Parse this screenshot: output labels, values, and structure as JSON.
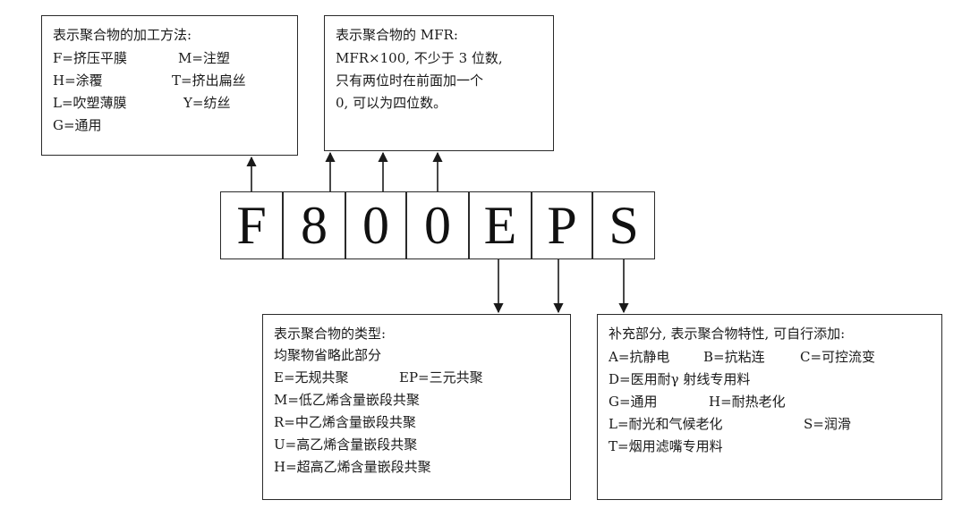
{
  "box_processing": {
    "title": "表示聚合物的加工方法:",
    "items": [
      {
        "left": "F=挤压平膜",
        "right": "M=注塑"
      },
      {
        "left": "H=涂覆",
        "right": "T=挤出扁丝"
      },
      {
        "left": "L=吹塑薄膜",
        "right": "Y=纺丝"
      },
      {
        "left": "G=通用",
        "right": ""
      }
    ]
  },
  "box_mfr": {
    "lines": [
      "表示聚合物的 MFR:",
      "MFR×100, 不少于 3 位数,",
      "只有两位时在前面加一个",
      "0, 可以为四位数。"
    ]
  },
  "code": [
    "F",
    "8",
    "0",
    "0",
    "E",
    "P",
    "S"
  ],
  "box_type": {
    "lines": [
      "表示聚合物的类型:",
      "均聚物省略此部分",
      "M=低乙烯含量嵌段共聚",
      "R=中乙烯含量嵌段共聚",
      "U=高乙烯含量嵌段共聚",
      "H=超高乙烯含量嵌段共聚"
    ],
    "pair": {
      "left": "E=无规共聚",
      "right": "EP=三元共聚"
    }
  },
  "box_supplement": {
    "title": "补充部分, 表示聚合物特性, 可自行添加:",
    "rows": [
      [
        "A=抗静电",
        "B=抗粘连",
        "C=可控流变"
      ],
      [
        "D=医用耐γ 射线专用料",
        "",
        ""
      ],
      [
        "G=通用",
        "H=耐热老化",
        ""
      ],
      [
        "L=耐光和气候老化",
        "",
        "S=润滑"
      ],
      [
        "T=烟用滤嘴专用料",
        "",
        ""
      ]
    ]
  }
}
